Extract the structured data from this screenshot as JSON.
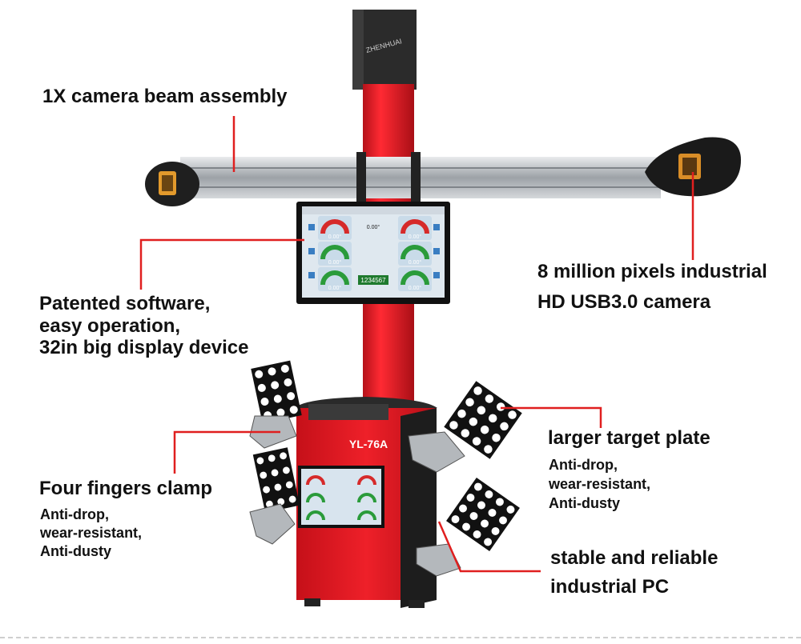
{
  "brand_logo": "ZHENHUAI",
  "model_badge": "YL-76A",
  "monitor_readings": {
    "top_center": "0.00°",
    "gauges": [
      "0.00°",
      "0.00°",
      "0.00°",
      "0.00°",
      "0.00°",
      "0.00°"
    ],
    "counter": "1234567"
  },
  "callouts": {
    "camera_beam": {
      "title": "1X camera beam assembly"
    },
    "software": {
      "lines": [
        "Patented software,",
        "easy operation,",
        "32in big display device"
      ]
    },
    "camera": {
      "lines": [
        "8 million pixels industrial",
        "HD USB3.0 camera"
      ]
    },
    "target_plate": {
      "title": "larger target plate",
      "features": [
        "Anti-drop,",
        "wear-resistant,",
        "Anti-dusty"
      ]
    },
    "clamp": {
      "title": "Four fingers clamp",
      "features": [
        "Anti-drop,",
        "wear-resistant,",
        "Anti-dusty"
      ]
    },
    "pc": {
      "lines": [
        "stable and reliable",
        "industrial PC"
      ]
    }
  },
  "colors": {
    "accent_red": "#e8121e",
    "column_red": "#d9202a",
    "beam_silver": "#b8bcc0",
    "leader_red": "#e01f1f"
  }
}
